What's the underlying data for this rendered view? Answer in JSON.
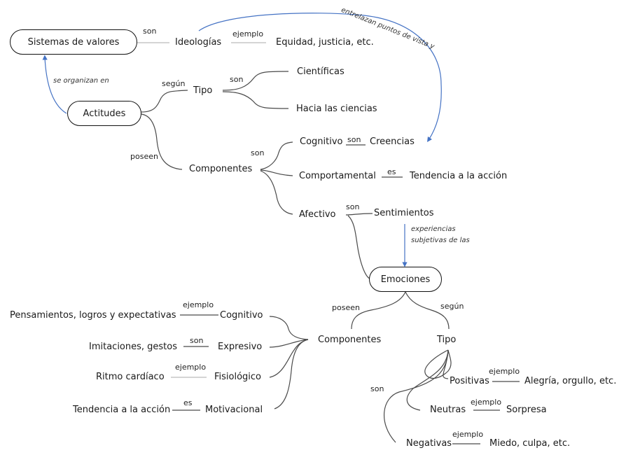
{
  "diagram": {
    "type": "concept-map",
    "colors": {
      "line": "#4a4a4a",
      "arrow": "#4472c4",
      "box_border": "#111111"
    },
    "nodes": {
      "sistemas_de_valores": "Sistemas de valores",
      "ideologias": "Ideologías",
      "equidad": "Equidad, justicia, etc.",
      "actitudes": "Actitudes",
      "tipo_actitudes": "Tipo",
      "cientificas": "Científicas",
      "hacia_ciencias": "Hacia las ciencias",
      "componentes_actitudes": "Componentes",
      "cognitivo_act": "Cognitivo",
      "creencias": "Creencias",
      "comportamental": "Comportamental",
      "tendencia_accion_act": "Tendencia a la acción",
      "afectivo": "Afectivo",
      "sentimientos": "Sentimientos",
      "emociones": "Emociones",
      "componentes_emociones": "Componentes",
      "tipo_emociones": "Tipo",
      "cognitivo_emo": "Cognitivo",
      "pensamientos": "Pensamientos, logros y expectativas",
      "expresivo": "Expresivo",
      "imitaciones": "Imitaciones, gestos",
      "fisiologico": "Fisiológico",
      "ritmo": "Ritmo cardíaco",
      "motivacional": "Motivacional",
      "tendencia_accion_emo": "Tendencia a la acción",
      "positivas": "Positivas",
      "alegria": "Alegría, orgullo, etc.",
      "neutras": "Neutras",
      "sorpresa": "Sorpresa",
      "negativas": "Negativas",
      "miedo": "Miedo, culpa, etc."
    },
    "links": {
      "son_ideologias": "son",
      "ejemplo_equidad": "ejemplo",
      "se_organizan_en": "se organizan en",
      "entrelazan": "entrelazan puntos de vista y",
      "segun_tipo": "según",
      "son_tipo": "son",
      "poseen_comp": "poseen",
      "son_comp": "son",
      "son_creencias": "son",
      "es_tendencia": "es",
      "son_sentimientos": "son",
      "experiencias_1": "experiencias",
      "experiencias_2": "subjetivas de las",
      "poseen_emo": "poseen",
      "segun_emo": "según",
      "ejemplo_pensamientos": "ejemplo",
      "son_imitaciones": "son",
      "ejemplo_ritmo": "ejemplo",
      "es_tendencia_emo": "es",
      "son_tipos_emo": "son",
      "ejemplo_positivas": "ejemplo",
      "ejemplo_neutras": "ejemplo",
      "ejemplo_negativas": "ejemplo"
    }
  }
}
